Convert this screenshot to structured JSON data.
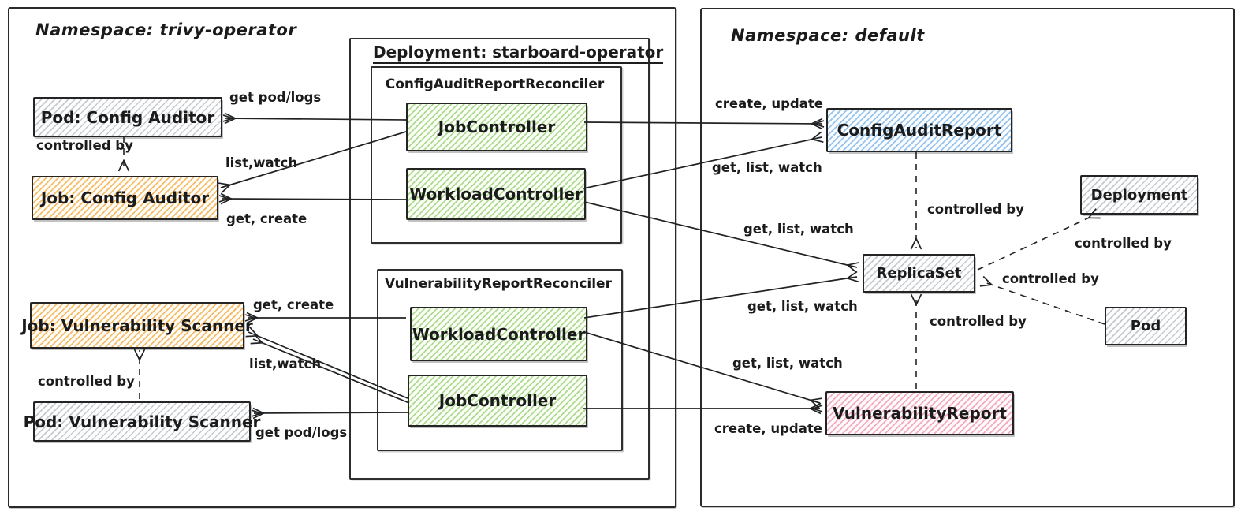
{
  "left": {
    "title": "Namespace: trivy-operator",
    "nodes": {
      "pod_config_auditor": "Pod: Config Auditor",
      "job_config_auditor": "Job: Config Auditor",
      "job_vulnerability_scanner": "Job: Vulnerability Scanner",
      "pod_vulnerability_scanner": "Pod: Vulnerability Scanner"
    },
    "deployment": {
      "title": "Deployment: starboard-operator",
      "config_audit_reconciler": {
        "title": "ConfigAuditReportReconciler",
        "job_controller": "JobController",
        "workload_controller": "WorkloadController"
      },
      "vulnerability_reconciler": {
        "title": "VulnerabilityReportReconciler",
        "workload_controller": "WorkloadController",
        "job_controller": "JobController"
      }
    }
  },
  "right": {
    "title": "Namespace: default",
    "nodes": {
      "config_audit_report": "ConfigAuditReport",
      "replica_set": "ReplicaSet",
      "deployment": "Deployment",
      "pod": "Pod",
      "vulnerability_report": "VulnerabilityReport"
    }
  },
  "labels": {
    "get_pod_logs": "get pod/logs",
    "list_watch": "list,watch",
    "get_create": "get, create",
    "controlled_by": "controlled by",
    "create_update": "create, update",
    "get_list_watch": "get, list, watch"
  },
  "colors": {
    "stroke": "#202224",
    "green_hatch": "#8ccb64",
    "orange_hatch": "#f2a63c",
    "gray_hatch": "#969ea6",
    "blue_hatch": "#6cace6",
    "pink_hatch": "#f087a5"
  }
}
